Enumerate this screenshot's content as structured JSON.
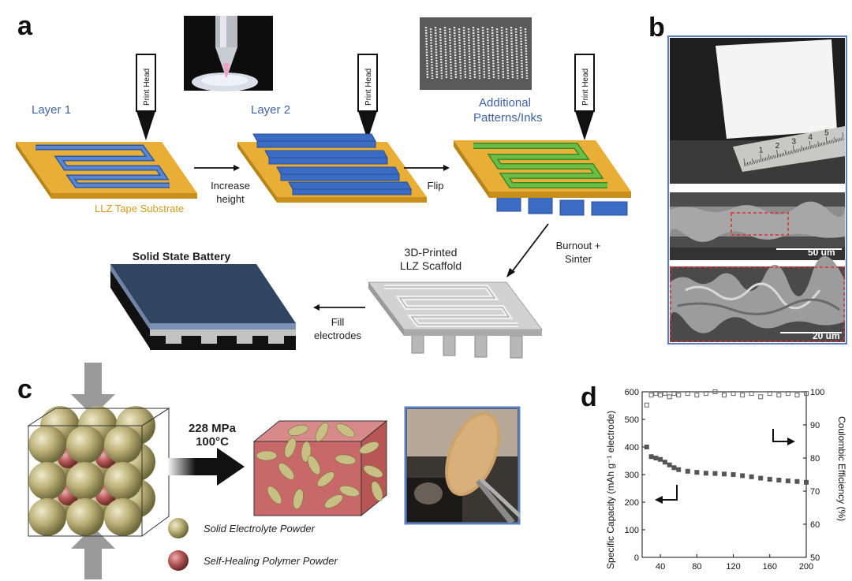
{
  "panels": {
    "a": "a",
    "b": "b",
    "c": "c",
    "d": "d"
  },
  "panel_a": {
    "layer1": "Layer 1",
    "layer2": "Layer 2",
    "additional": [
      "Additional",
      "Patterns/Inks"
    ],
    "print_head": "Print Head",
    "substrate": "LLZ Tape Substrate",
    "increase_height": [
      "Increase",
      "height"
    ],
    "flip": "Flip",
    "burnout": [
      "Burnout +",
      "Sinter"
    ],
    "scaffold": [
      "3D-Printed",
      "LLZ Scaffold"
    ],
    "fill": [
      "Fill",
      "electrodes"
    ],
    "battery": "Solid State Battery"
  },
  "panel_b": {
    "scale1": "50 um",
    "scale2": "20 um",
    "ruler_numbers": [
      "1",
      "2",
      "3",
      "4",
      "5"
    ]
  },
  "panel_c": {
    "pressure": [
      "228 MPa",
      "100°C"
    ],
    "legend": [
      "Solid Electrolyte Powder",
      "Self-Healing Polymer Powder"
    ]
  },
  "chart_data": {
    "type": "scatter",
    "xlabel": "",
    "ylabel": "Specific Capacity (mAh g⁻¹ electrode)",
    "y2label": "Coulombic Efficiency (%)",
    "xlim": [
      20,
      200
    ],
    "ylim": [
      0,
      600
    ],
    "y2lim": [
      50,
      100
    ],
    "xticks": [
      40,
      80,
      120,
      160,
      200
    ],
    "yticks": [
      0,
      100,
      200,
      300,
      400,
      500,
      600
    ],
    "y2ticks": [
      50,
      60,
      70,
      80,
      90,
      100
    ],
    "series": [
      {
        "axis": "left",
        "x": [
          25,
          30,
          35,
          40,
          45,
          50,
          55,
          60,
          70,
          80,
          90,
          100,
          110,
          120,
          130,
          140,
          150,
          160,
          170,
          180,
          190,
          200
        ],
        "y": [
          400,
          365,
          360,
          355,
          345,
          335,
          325,
          318,
          312,
          308,
          305,
          304,
          302,
          300,
          296,
          292,
          287,
          283,
          280,
          277,
          275,
          272
        ]
      },
      {
        "axis": "right",
        "x": [
          25,
          30,
          35,
          40,
          45,
          50,
          55,
          60,
          70,
          80,
          90,
          100,
          110,
          120,
          130,
          140,
          150,
          160,
          170,
          180,
          190,
          200
        ],
        "y": [
          96,
          99,
          99.5,
          99,
          99.5,
          98.5,
          99.5,
          99,
          99.5,
          99,
          99.5,
          100,
          99,
          99.5,
          99,
          99.5,
          98.5,
          99.5,
          99,
          99.5,
          99,
          99.5
        ]
      }
    ]
  }
}
